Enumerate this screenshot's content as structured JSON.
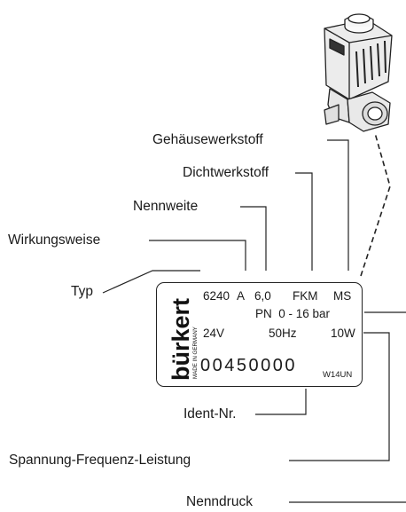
{
  "labels": {
    "gehaeusewerkstoff": "Gehäusewerkstoff",
    "dichtwerkstoff": "Dichtwerkstoff",
    "nennweite": "Nennweite",
    "wirkungsweise": "Wirkungsweise",
    "typ": "Typ",
    "ident_nr": "Ident-Nr.",
    "spannung": "Spannung-Frequenz-Leistung",
    "nenndruck": "Nenndruck"
  },
  "plate": {
    "brand": "bürkert",
    "made_in": "MADE IN GERMANY",
    "row1": {
      "type": "6240",
      "function": "A",
      "nominal_size": "6,0",
      "seal": "FKM",
      "body": "MS"
    },
    "pressure": "PN  0 - 16 bar",
    "row3": {
      "voltage": "24V",
      "frequency": "50Hz",
      "power": "10W"
    },
    "ident_number": "00450000",
    "code": "W14UN"
  },
  "icons": [
    "solenoid-valve-icon"
  ],
  "colors": {
    "line": "#1a1a1a",
    "background": "#ffffff"
  }
}
